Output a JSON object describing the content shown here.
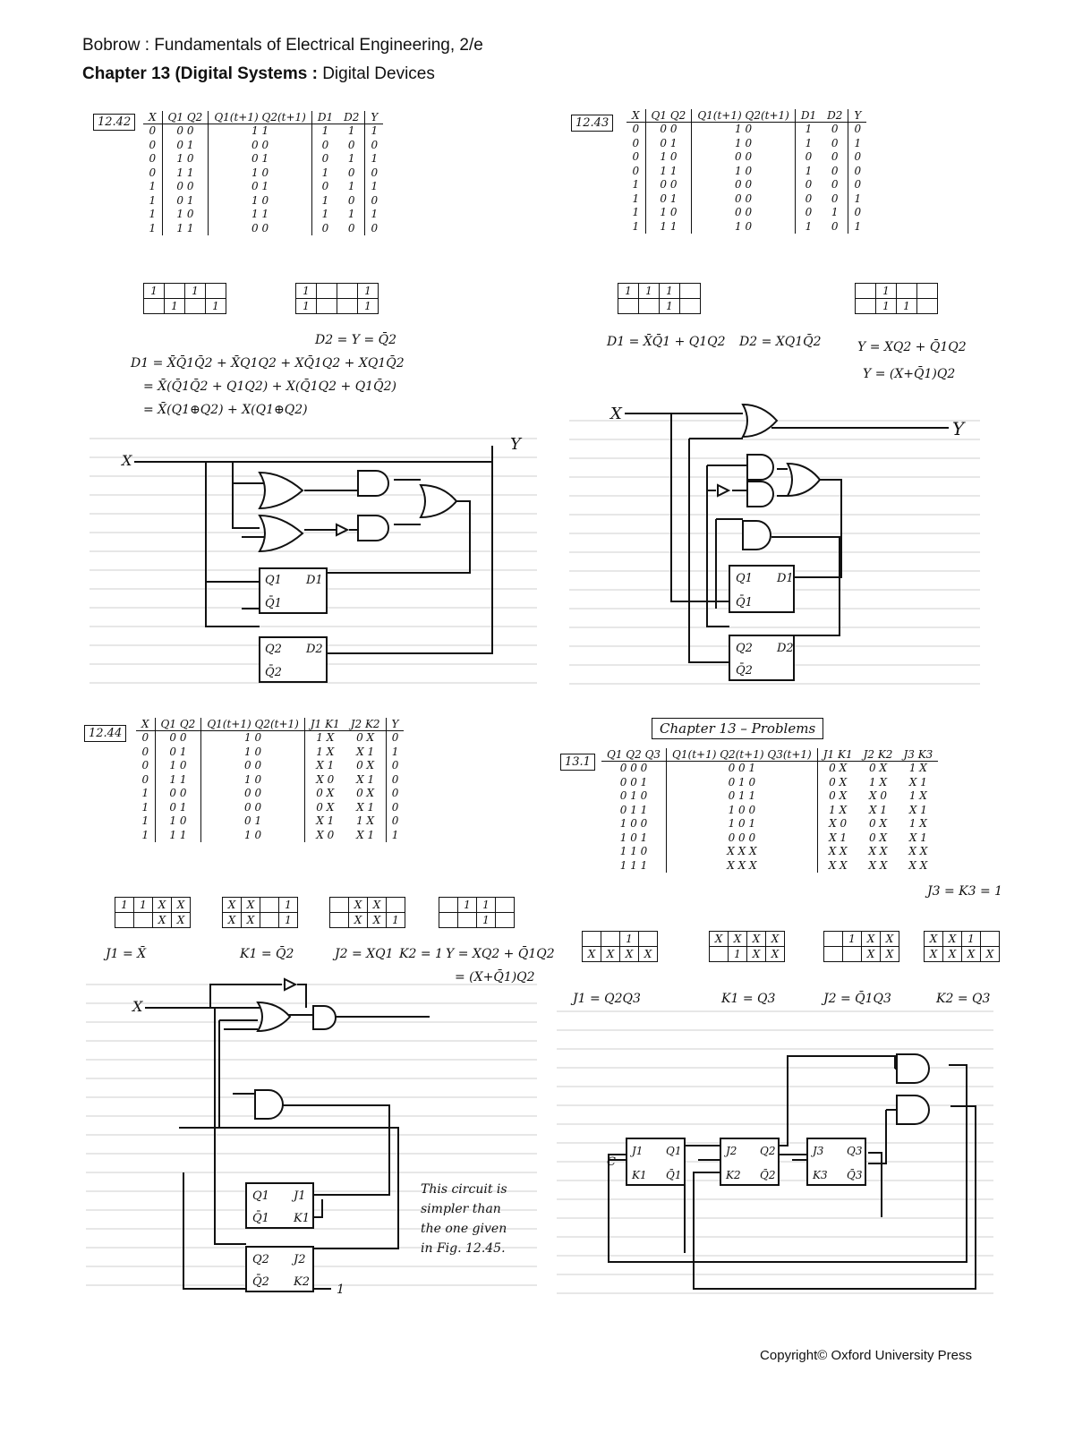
{
  "header": {
    "line1": "Bobrow : Fundamentals of Electrical Engineering, 2/e",
    "line2_bold": "Chapter 13 (Digital Systems :",
    "line2_rest": " Digital Devices"
  },
  "p1242": {
    "label": "12.42",
    "headers": [
      "X",
      "Q1 Q2",
      "Q1(t+1) Q2(t+1)",
      "D1",
      "D2",
      "Y"
    ],
    "rows": [
      [
        "0",
        "0 0",
        "1 1",
        "1",
        "1",
        "1"
      ],
      [
        "0",
        "0 1",
        "0 0",
        "0",
        "0",
        "0"
      ],
      [
        "0",
        "1 0",
        "0 1",
        "0",
        "1",
        "1"
      ],
      [
        "0",
        "1 1",
        "1 0",
        "1",
        "0",
        "0"
      ],
      [
        "1",
        "0 0",
        "0 1",
        "0",
        "1",
        "1"
      ],
      [
        "1",
        "0 1",
        "1 0",
        "1",
        "0",
        "0"
      ],
      [
        "1",
        "1 0",
        "1 1",
        "1",
        "1",
        "1"
      ],
      [
        "1",
        "1 1",
        "0 0",
        "0",
        "0",
        "0"
      ]
    ],
    "eq1": "D2 = Y = Q̄2",
    "eq2": "D1 = X̄Q̄1Q̄2 + X̄Q1Q2 + XQ̄1Q2 + XQ1Q̄2",
    "eq3": "= X̄(Q̄1Q̄2 + Q1Q2) + X(Q̄1Q2 + Q1Q̄2)",
    "eq4": "= X̄(Q1⊕Q2) + X(Q1⊕Q2)",
    "x_label": "X",
    "y_label": "Y",
    "ff1": [
      "Q1",
      "D1",
      "Q̄1"
    ],
    "ff2": [
      "Q2",
      "D2",
      "Q̄2"
    ]
  },
  "p1243": {
    "label": "12.43",
    "headers": [
      "X",
      "Q1 Q2",
      "Q1(t+1) Q2(t+1)",
      "D1",
      "D2",
      "Y"
    ],
    "rows": [
      [
        "0",
        "0 0",
        "1 0",
        "1",
        "0",
        "0"
      ],
      [
        "0",
        "0 1",
        "1 0",
        "1",
        "0",
        "1"
      ],
      [
        "0",
        "1 0",
        "0 0",
        "0",
        "0",
        "0"
      ],
      [
        "0",
        "1 1",
        "1 0",
        "1",
        "0",
        "0"
      ],
      [
        "1",
        "0 0",
        "0 0",
        "0",
        "0",
        "0"
      ],
      [
        "1",
        "0 1",
        "0 0",
        "0",
        "0",
        "1"
      ],
      [
        "1",
        "1 0",
        "0 0",
        "0",
        "1",
        "0"
      ],
      [
        "1",
        "1 1",
        "1 0",
        "1",
        "0",
        "1"
      ]
    ],
    "eq1": "D1 = X̄Q̄1 + Q1Q2",
    "eq2": "D2 = XQ1Q̄2",
    "eq3": "Y = XQ2 + Q̄1Q2",
    "eq4": "Y = (X+Q̄1)Q2",
    "x_label": "X",
    "y_label": "Y",
    "ff1": [
      "Q1",
      "D1",
      "Q̄1"
    ],
    "ff2": [
      "Q2",
      "D2",
      "Q̄2"
    ]
  },
  "p1244": {
    "label": "12.44",
    "headers": [
      "X",
      "Q1 Q2",
      "Q1(t+1) Q2(t+1)",
      "J1 K1",
      "J2 K2",
      "Y"
    ],
    "rows": [
      [
        "0",
        "0 0",
        "1 0",
        "1 X",
        "0 X",
        "0"
      ],
      [
        "0",
        "0 1",
        "1 0",
        "1 X",
        "X 1",
        "1"
      ],
      [
        "0",
        "1 0",
        "0 0",
        "X 1",
        "0 X",
        "0"
      ],
      [
        "0",
        "1 1",
        "1 0",
        "X 0",
        "X 1",
        "0"
      ],
      [
        "1",
        "0 0",
        "0 0",
        "0 X",
        "0 X",
        "0"
      ],
      [
        "1",
        "0 1",
        "0 0",
        "0 X",
        "X 1",
        "0"
      ],
      [
        "1",
        "1 0",
        "0 1",
        "X 1",
        "1 X",
        "0"
      ],
      [
        "1",
        "1 1",
        "1 0",
        "X 0",
        "X 1",
        "1"
      ]
    ],
    "eq1": "J1 = X̄",
    "eq2": "K1 = Q̄2",
    "eq3": "J2 = XQ1",
    "eq4": "K2 = 1",
    "eq5": "Y = XQ2 + Q̄1Q2",
    "eq6": "= (X+Q̄1)Q2",
    "x_label": "X",
    "y_label": "Y",
    "ff1": [
      "Q1",
      "J1",
      "Q̄1",
      "K1"
    ],
    "ff2": [
      "Q2",
      "J2",
      "Q̄2",
      "K2"
    ],
    "one": "1",
    "note": [
      "This circuit is",
      "simpler than",
      "the one given",
      "in Fig. 12.45."
    ]
  },
  "p131": {
    "chapter_title": "Chapter 13 – Problems",
    "label": "13.1",
    "headers": [
      "Q1 Q2 Q3",
      "Q1(t+1) Q2(t+1) Q3(t+1)",
      "J1 K1",
      "J2 K2",
      "J3 K3"
    ],
    "rows": [
      [
        "0 0 0",
        "0 0 1",
        "0 X",
        "0 X",
        "1 X"
      ],
      [
        "0 0 1",
        "0 1 0",
        "0 X",
        "1 X",
        "X 1"
      ],
      [
        "0 1 0",
        "0 1 1",
        "0 X",
        "X 0",
        "1 X"
      ],
      [
        "0 1 1",
        "1 0 0",
        "1 X",
        "X 1",
        "X 1"
      ],
      [
        "1 0 0",
        "1 0 1",
        "X 0",
        "0 X",
        "1 X"
      ],
      [
        "1 0 1",
        "0 0 0",
        "X 1",
        "0 X",
        "X 1"
      ],
      [
        "1 1 0",
        "X X X",
        "X X",
        "X X",
        "X X"
      ],
      [
        "1 1 1",
        "X X X",
        "X X",
        "X X",
        "X X"
      ]
    ],
    "j3k3": "J3 = K3 = 1",
    "eq1": "J1 = Q2Q3",
    "eq2": "K1 = Q3",
    "eq3": "J2 = Q̄1Q3",
    "eq4": "K2 = Q3",
    "ffs": [
      [
        "J1",
        "Q1",
        "K1",
        "Q̄1"
      ],
      [
        "J2",
        "Q2",
        "K2",
        "Q̄2"
      ],
      [
        "J3",
        "Q3",
        "K3",
        "Q̄3"
      ]
    ],
    "clk": "C"
  },
  "copyright": "Copyright© Oxford University Press"
}
